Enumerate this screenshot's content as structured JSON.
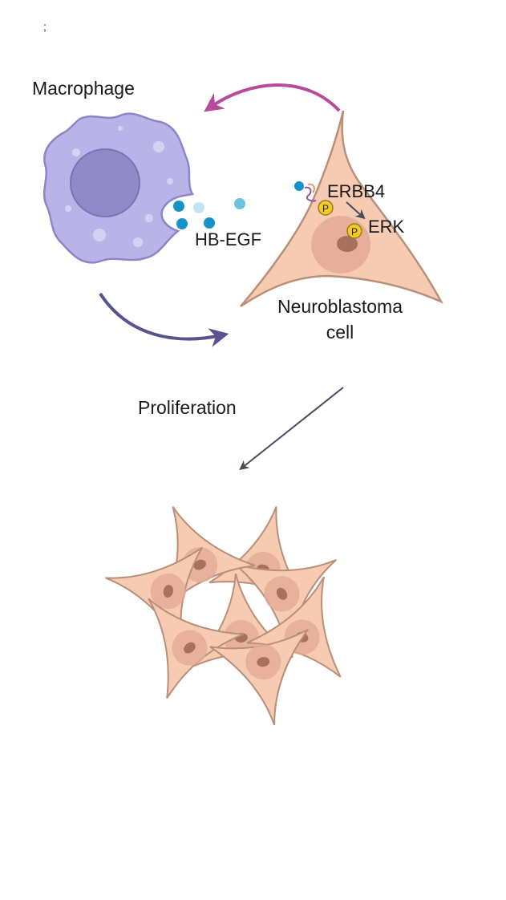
{
  "labels": {
    "macrophage": "Macrophage",
    "ligand": "HB-EGF",
    "receptor": "ERBB4",
    "kinase": "ERK",
    "phospho_1": "P",
    "phospho_2": "P",
    "neuroblastoma_line1": "Neuroblastoma",
    "neuroblastoma_line2": "cell",
    "proliferation": "Proliferation"
  },
  "colors": {
    "macrophage_body": "#b9b4e8",
    "macrophage_outline": "#8d85c8",
    "macrophage_nucleus": "#8f89c6",
    "ligand_dark": "#1593c9",
    "ligand_light": "#bfe4ef",
    "neuron_body": "#f6cbb2",
    "neuron_outline": "#b98f78",
    "neuron_nucleus": "#e4aa95",
    "neuron_nucleolus": "#a8705f",
    "phospho": "#f3c928",
    "arrow_magenta": "#b84a9c",
    "arrow_indigo": "#55548f",
    "arrow_dark": "#444a60"
  }
}
